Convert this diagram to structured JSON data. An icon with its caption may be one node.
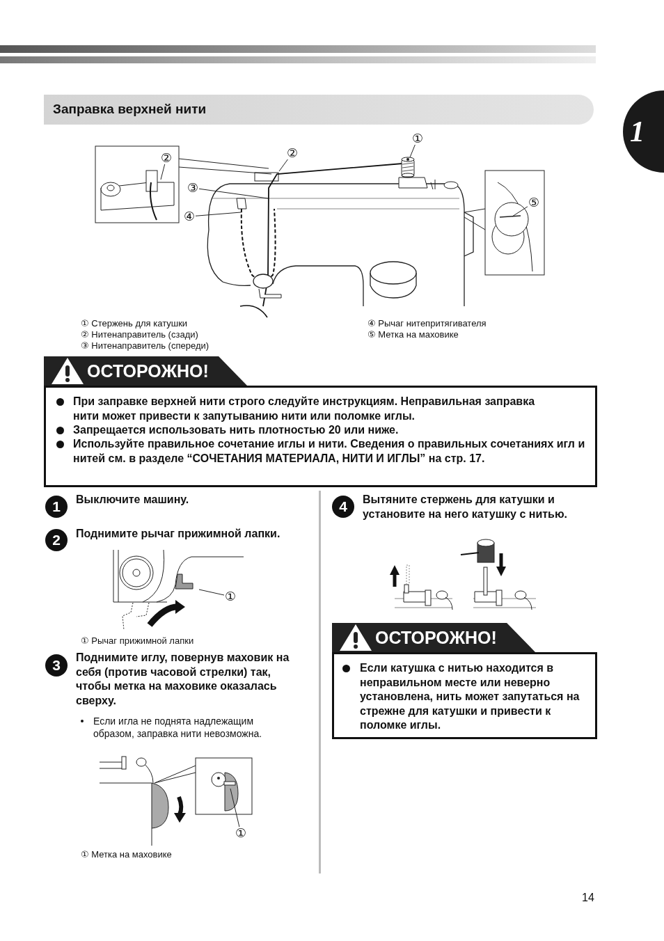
{
  "diagram": {
    "title": "Заправка верхней нити",
    "nodes": [
      {
        "text": [
          "①"
        ]
      },
      {
        "text": [
          "②"
        ]
      },
      {
        "text": [
          "②"
        ]
      },
      {
        "text": [
          "③"
        ]
      },
      {
        "text": [
          "④"
        ]
      },
      {
        "text": [
          "⑤"
        ]
      },
      {
        "text": [
          "①"
        ]
      },
      {
        "text": [
          "①"
        ]
      },
      {
        "text": [],
        "shape": "picture"
      }
    ],
    "edges": [
      {
        "from": 0,
        "to": 8,
        "arrow": "none"
      },
      {
        "from": 1,
        "to": null,
        "arrow": "none"
      },
      {
        "from": 2,
        "to": null,
        "arrow": "none"
      },
      {
        "from": 3,
        "to": null,
        "arrow": "none"
      },
      {
        "from": 4,
        "to": null,
        "arrow": "none"
      },
      {
        "from": 5,
        "to": null,
        "arrow": "none"
      },
      {
        "from": 6,
        "to": null,
        "arrow": "none"
      },
      {
        "from": 7,
        "to": null,
        "arrow": "none"
      }
    ],
    "labels": [
      "1",
      "① Стержень для катушки",
      "② Нитенаправитель (сзади)",
      "③ Нитенаправитель (спереди)",
      "④ Рычаг нитепритягивателя",
      "⑤ Метка на маховике",
      "ОСТОРОЖНО!",
      "При заправке верхней нити строго следуйте инструкциям. Неправильная заправка нити может привести к запутыванию нити или поломке иглы.",
      "Запрещается использовать нить плотностью 20 или ниже.",
      "Используйте правильное сочетание иглы и нити. Сведения о правильных сочетаниях игл и нитей см. в разделе “СОЧЕТАНИЯ МАТЕРИАЛА, НИТИ И ИГЛЫ” на стр. 17.",
      "1",
      "Выключите машину.",
      "2",
      "Поднимите рычаг прижимной лапки.",
      "① Рычаг прижимной лапки",
      "3",
      "Поднимите иглу, повернув маховик на себя (против часовой стрелки) так, чтобы метка на маховике оказалась сверху.",
      "Если игла не поднята надлежащим образом, заправка нити невозможна.",
      "① Метка на маховике",
      "4",
      "Вытяните стержень для катушки и установите на него катушку с нитью.",
      "ОСТОРОЖНО!",
      "Если катушка с нитью находится в неправильном месте или неверно установлена, нить может запутаться на стрежне для катушки и привести к поломке иглы.",
      "14"
    ]
  }
}
